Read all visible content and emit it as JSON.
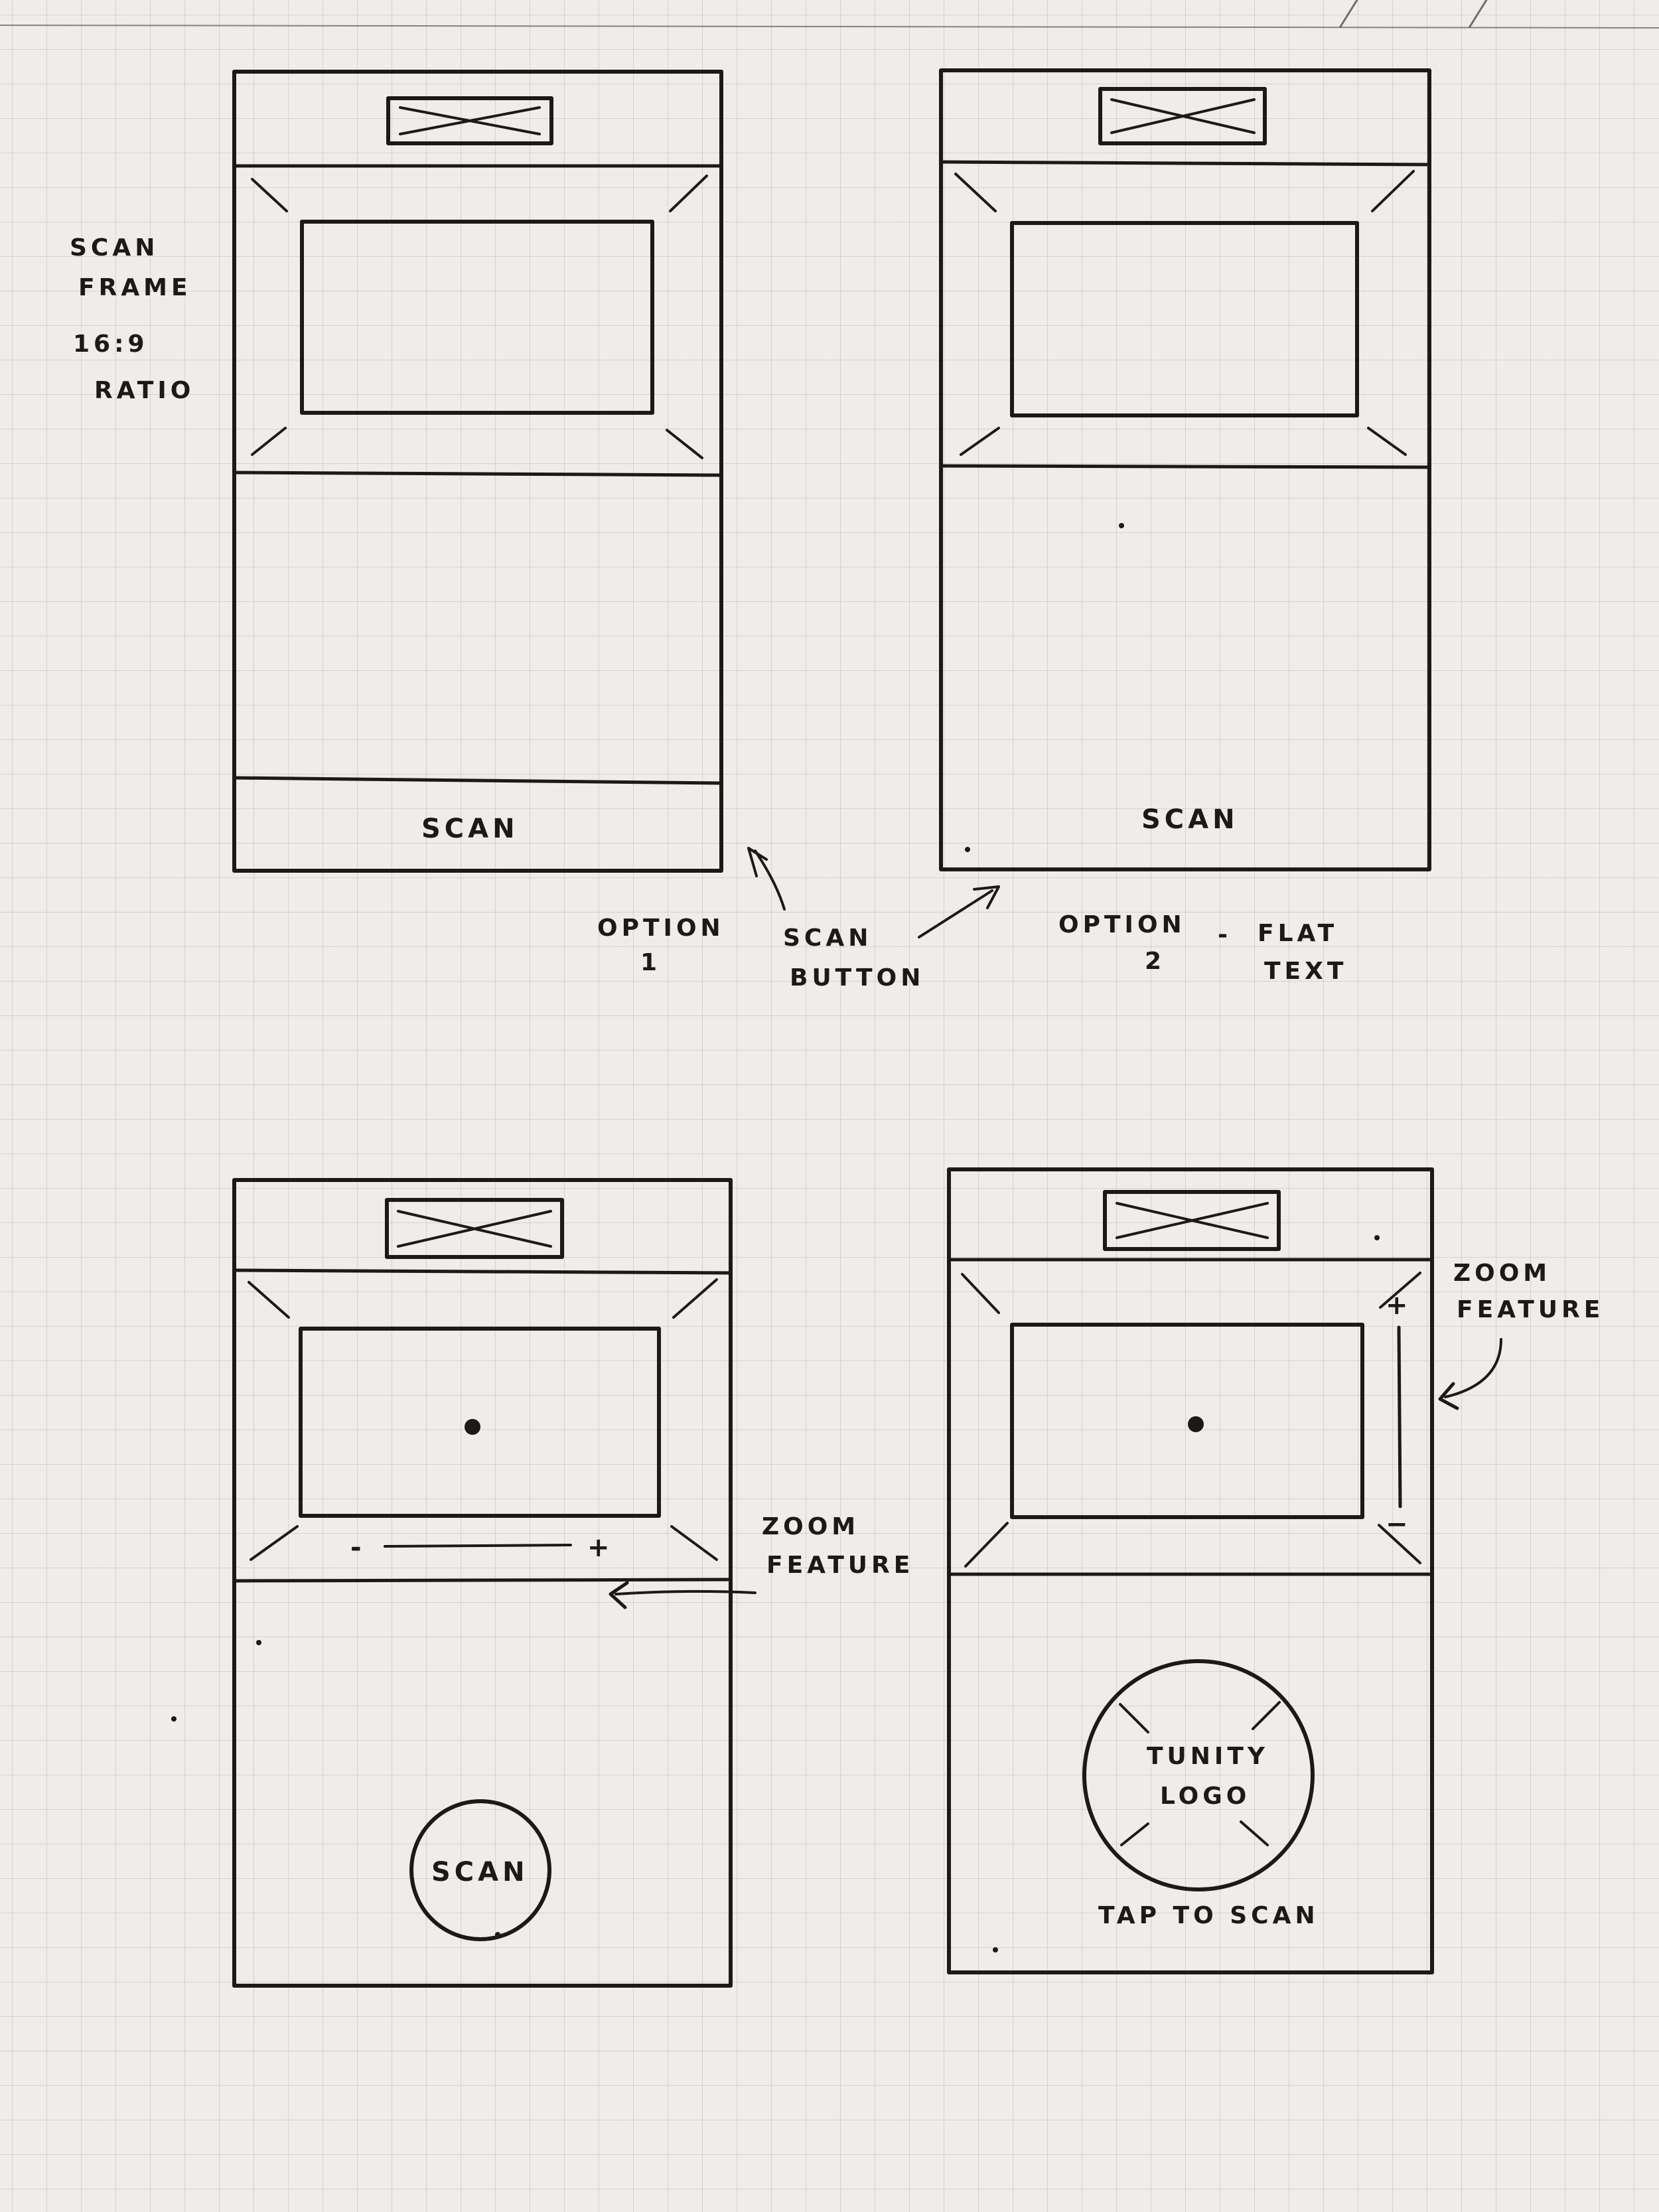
{
  "notes": {
    "scan_frame": [
      "SCAN",
      "FRAME",
      "16:9",
      "RATIO"
    ],
    "option1": [
      "OPTION",
      "1"
    ],
    "scan_button": [
      "SCAN",
      "BUTTON"
    ],
    "option2": [
      "OPTION",
      "2"
    ],
    "flat_text_dash": "-",
    "flat_text": [
      "FLAT",
      "TEXT"
    ],
    "zoom_feature_left": [
      "ZOOM",
      "FEATURE"
    ],
    "zoom_feature_right": [
      "ZOOM",
      "FEATURE"
    ]
  },
  "wireframe_a": {
    "scan_label": "SCAN"
  },
  "wireframe_b": {
    "scan_label": "SCAN"
  },
  "wireframe_c": {
    "zoom_minus": "-",
    "zoom_plus": "+",
    "scan_button_label": "SCAN"
  },
  "wireframe_d": {
    "zoom_plus": "+",
    "zoom_minus": "−",
    "logo_text": [
      "TUNITY",
      "LOGO"
    ],
    "tap_to_scan": "TAP TO SCAN"
  }
}
